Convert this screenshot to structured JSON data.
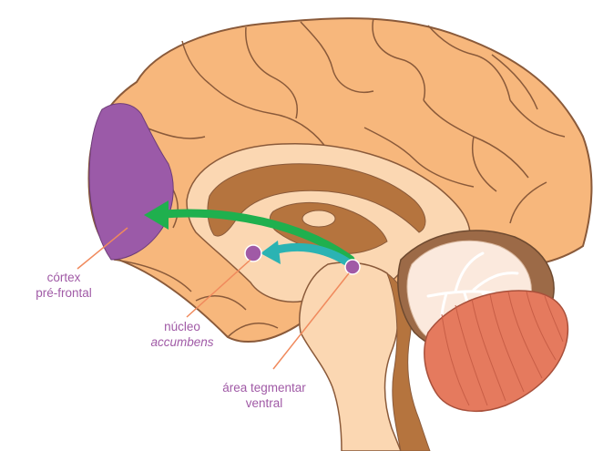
{
  "labels": {
    "prefrontal_line1": "córtex",
    "prefrontal_line2": "pré-frontal",
    "accumbens_line1": "núcleo",
    "accumbens_line2": "accumbens",
    "vta_line1": "área tegmentar",
    "vta_line2": "ventral"
  },
  "colors": {
    "cortex": "#f7b77c",
    "cortex_outline": "#8a5a3a",
    "inner_light": "#fbd7b2",
    "inner_brown": "#b5743e",
    "prefrontal": "#9b5aa8",
    "nucleus_dot": "#a05aa6",
    "cerebellum_white": "#fbe9dd",
    "cerebellum_brown": "#9c6a47",
    "brainstem_red": "#e57a5e",
    "arrow_green": "#1fb04e",
    "arrow_teal": "#2bb3b3",
    "pointer_line": "#f08a5d",
    "label_text": "#a05aa6"
  }
}
